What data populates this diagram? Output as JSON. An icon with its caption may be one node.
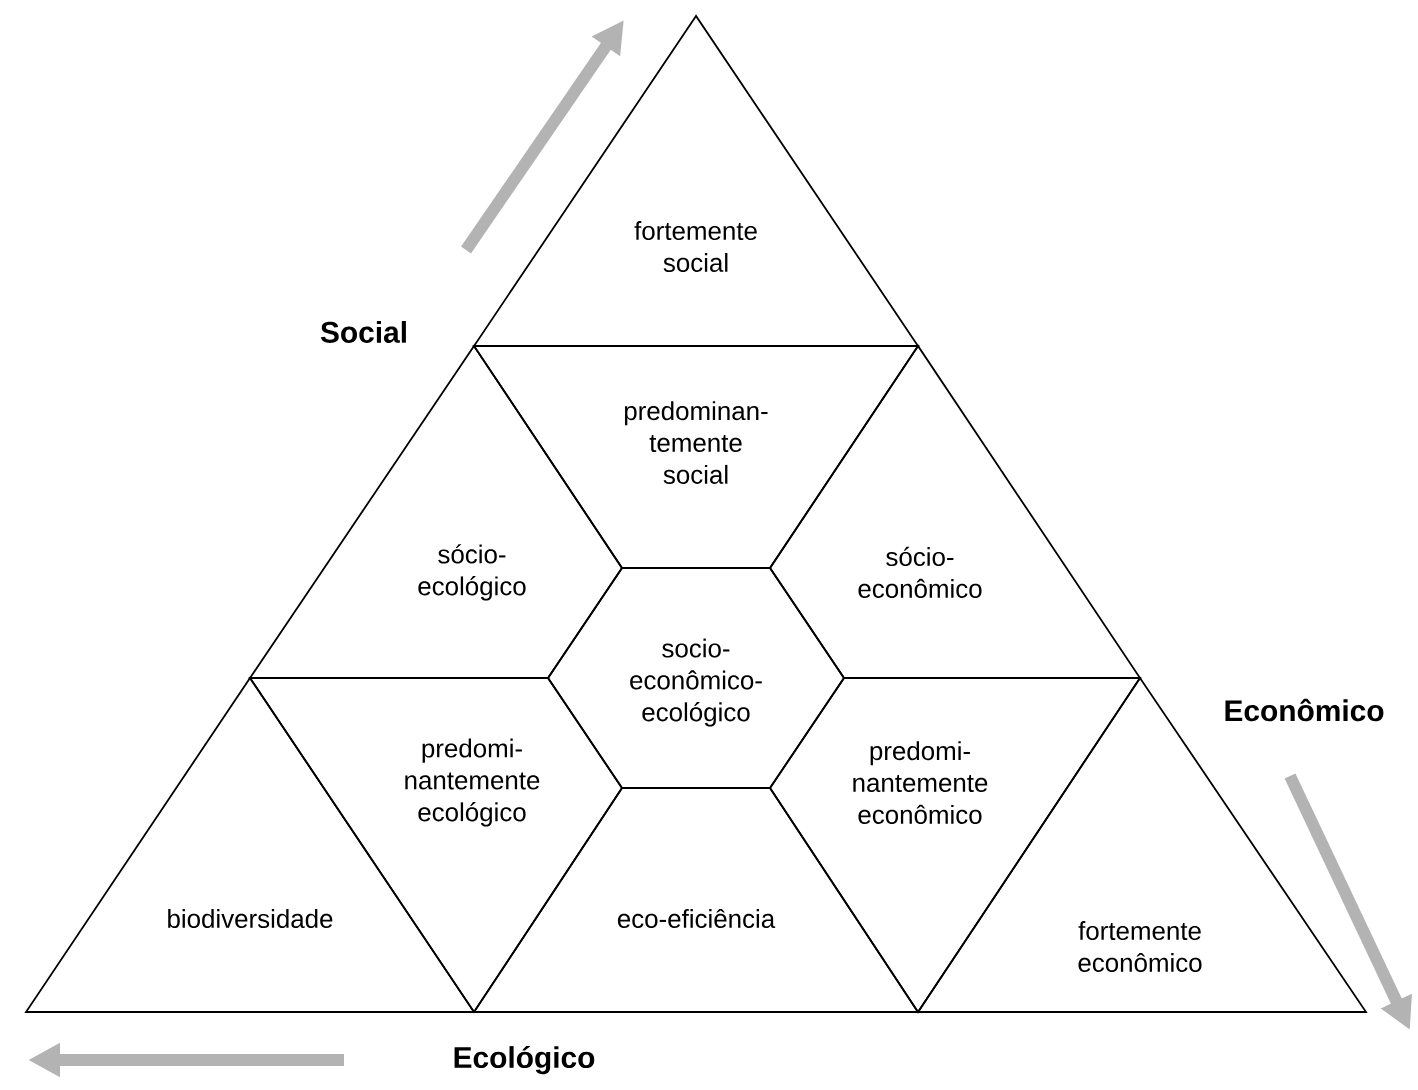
{
  "diagram": {
    "nodes": [
      {
        "text": [
          "fortemente social"
        ]
      },
      {
        "text": [
          "sócio- ecológico"
        ]
      },
      {
        "text": [
          "predominan- temente social"
        ]
      },
      {
        "text": [
          "sócio- econômico"
        ]
      },
      {
        "text": [
          "socio- econômico- ecológico"
        ]
      },
      {
        "text": [
          "biodiversidade"
        ]
      },
      {
        "text": [
          "predomi- nantemente ecológico"
        ]
      },
      {
        "text": [
          "eco-eficiência"
        ]
      },
      {
        "text": [
          "predomi- nantemente econômico"
        ]
      },
      {
        "text": [
          "fortemente econômico"
        ]
      }
    ],
    "labels": [
      "Social",
      "Econômico",
      "Ecológico"
    ]
  }
}
